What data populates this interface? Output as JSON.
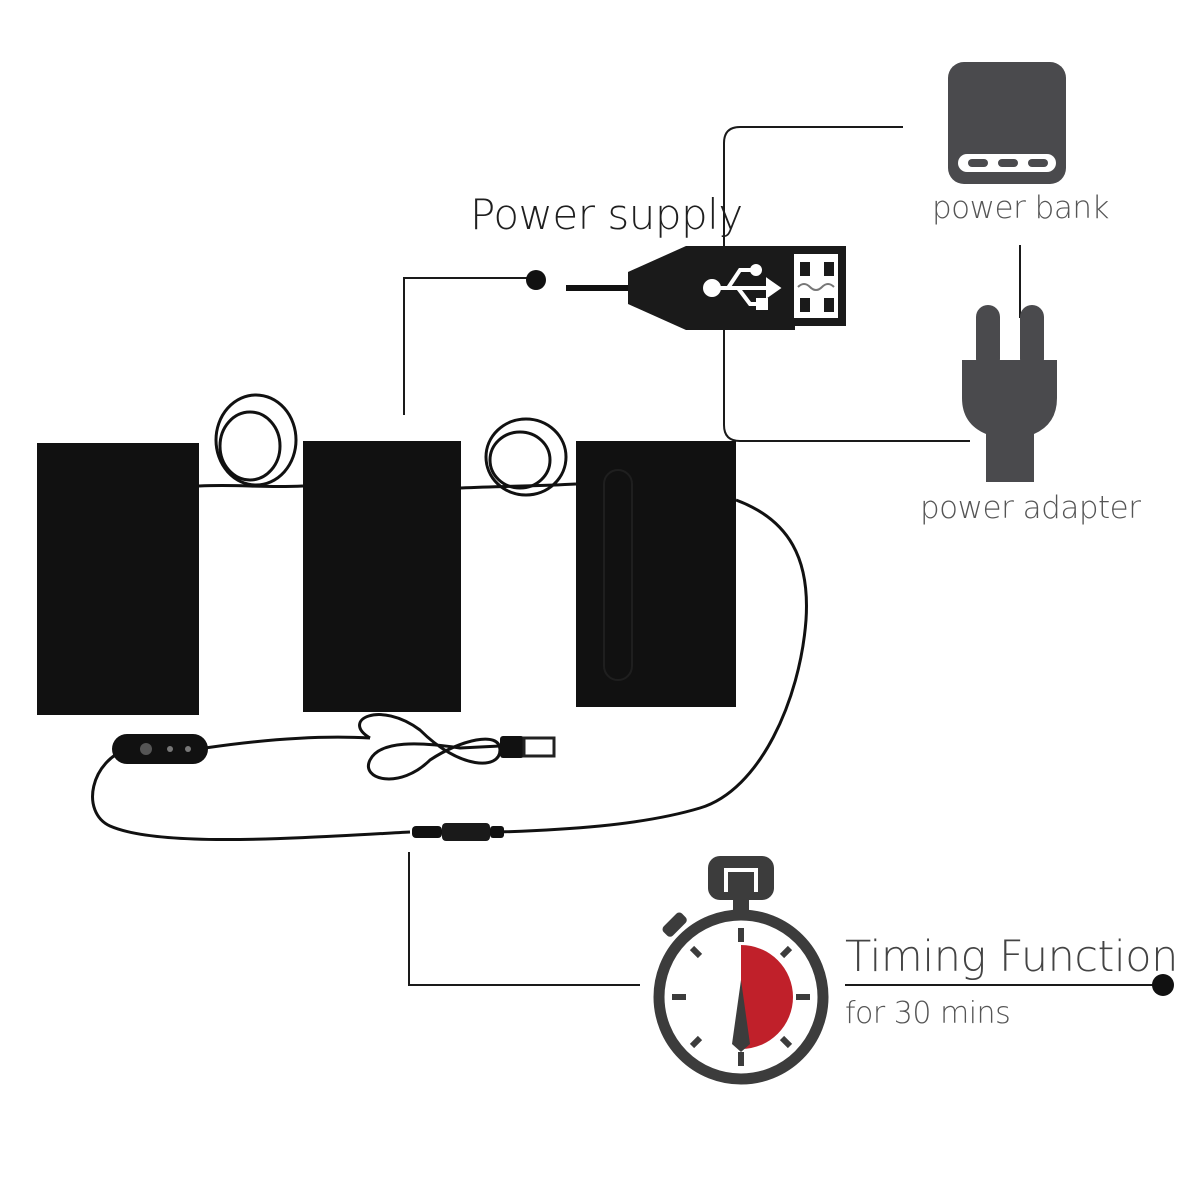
{
  "labels": {
    "power_supply": "Power supply",
    "power_bank": "power bank",
    "power_adapter": "power adapter",
    "timing_function": "Timing Function",
    "timing_sub": "for 30 mins"
  },
  "icons": {
    "power_bank": "power-bank-icon",
    "power_adapter": "power-plug-icon",
    "usb_plug": "usb-plug-icon",
    "timer": "stopwatch-icon"
  },
  "colors": {
    "icon_gray": "#4a4a4d",
    "timer_red": "#c0202a",
    "pad_black": "#111111",
    "line": "#1a1a1a"
  }
}
